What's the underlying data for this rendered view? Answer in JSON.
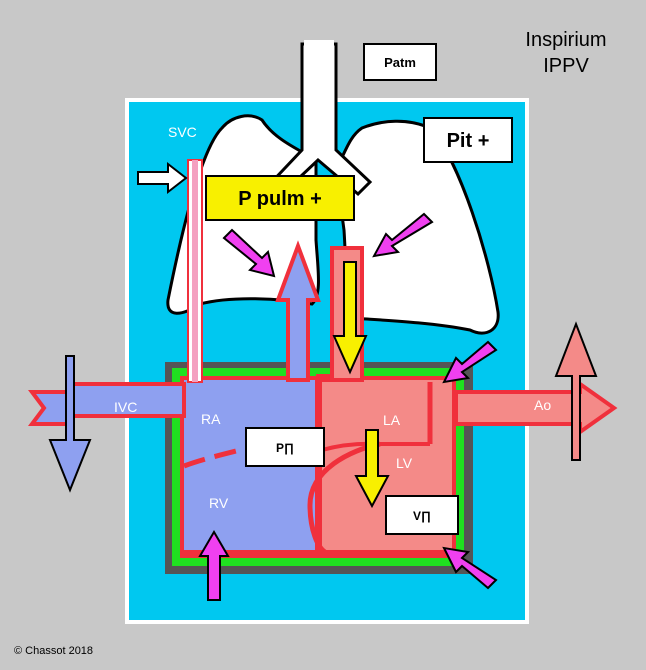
{
  "title": {
    "line1": "Inspirium",
    "line2": "IPPV"
  },
  "boxes": {
    "patm": "Patm",
    "pit": "Pit +",
    "ppulm": "P pulm +",
    "pp": "P∏",
    "vp": "V∏"
  },
  "labels": {
    "svc": "SVC",
    "ivc": "IVC",
    "ra": "RA",
    "rv": "RV",
    "la": "LA",
    "lv": "LV",
    "ao": "Ao"
  },
  "copyright": "© Chassot 2018",
  "colors": {
    "background": "#c8c8c8",
    "thorax": "#00c8f0",
    "venous": "#8ea0f0",
    "arterial": "#f48a88",
    "outline_red": "#f0303c",
    "pericardium": "#20e020",
    "myocardium": "#555555",
    "pressure_arrow": "#f040f0",
    "flow_arrow": "#f8f000",
    "label_box": "#f8f000"
  }
}
